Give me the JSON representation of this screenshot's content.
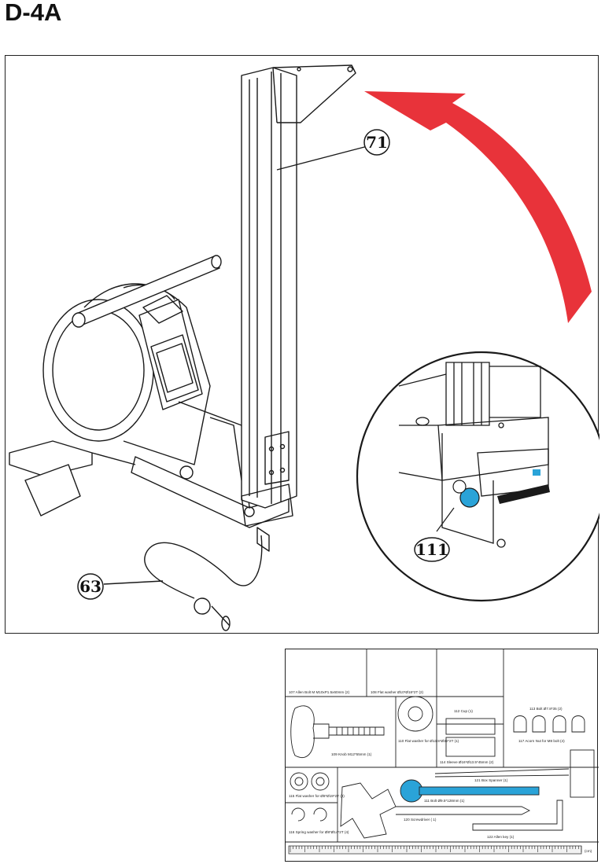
{
  "page": {
    "title": "D-4A"
  },
  "callouts": {
    "c71": "71",
    "c111": "111",
    "c63": "63"
  },
  "parts": [
    {
      "label": "107 Allen Bolt  M M10xP1.5x60mm  (2)"
    },
    {
      "label": "108 Flat  washer  Ø10*Ø18*2T  (2)"
    },
    {
      "label": "112  Cup  (1)"
    },
    {
      "label": "113 Bolt  Ø7.8*35  (2)"
    },
    {
      "label": "109 Knob M12*55mm  (1)"
    },
    {
      "label": "110 Flat  washer for Ø13.5*Ø32*2T  (1)"
    },
    {
      "label": "114 Sleeve  Ø16*Ø13.5*45mm  (2)"
    },
    {
      "label": "117 Acorn  Nut  for  M8 bolt  (4)"
    },
    {
      "label": "121  Box Spanner  (1)"
    },
    {
      "label": "115  Flat  washer for Ø8*Ø19*2T  (4)"
    },
    {
      "label": "111  Bolt Ø9.5*128mm  (1)"
    },
    {
      "label": "120 Screwdriver  ( 1)"
    },
    {
      "label": "116 Spring washer for Ø8*Ø14*2T  (4)"
    },
    {
      "label": "122 Allen key  (1)"
    }
  ],
  "ruler": {
    "unit": "(cm)"
  },
  "colors": {
    "arrow": "#e8333a",
    "highlight": "#2aa3d8",
    "line": "#1a1a1a"
  }
}
